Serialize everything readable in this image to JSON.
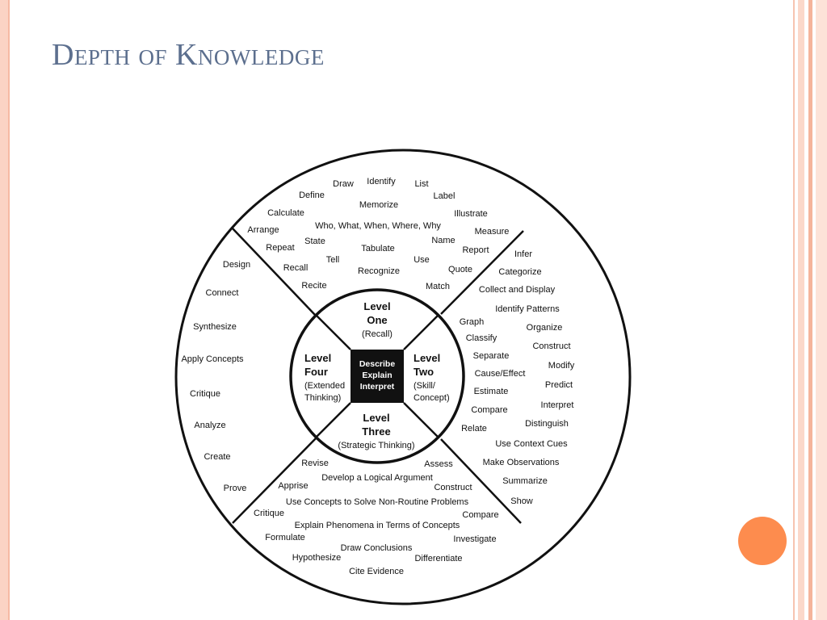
{
  "slide": {
    "title": "Depth of Knowledge"
  },
  "diagram": {
    "center": {
      "line1": "Describe",
      "line2": "Explain",
      "line3": "Interpret"
    },
    "level_one": {
      "line1": "Level",
      "line2": "One",
      "sub1": "(Recall)"
    },
    "level_two": {
      "line1": "Level",
      "line2": "Two",
      "sub1": "(Skill/",
      "sub2": "Concept)"
    },
    "level_three": {
      "line1": "Level",
      "line2": "Three",
      "sub1": "(Strategic Thinking)"
    },
    "level_four": {
      "line1": "Level",
      "line2": "Four",
      "sub1": "(Extended",
      "sub2": "Thinking)"
    },
    "words": {
      "top": [
        "Draw",
        "Identify",
        "List",
        "Define",
        "Label",
        "Memorize",
        "Calculate",
        "Illustrate",
        "Who, What, When, Where, Why",
        "Arrange",
        "Measure",
        "Name",
        "State",
        "Repeat",
        "Tabulate",
        "Report",
        "Tell",
        "Use",
        "Recall",
        "Quote",
        "Recognize",
        "Recite",
        "Match"
      ],
      "right": [
        "Infer",
        "Categorize",
        "Collect and Display",
        "Identify Patterns",
        "Graph",
        "Organize",
        "Classify",
        "Construct",
        "Separate",
        "Modify",
        "Cause/Effect",
        "Predict",
        "Estimate",
        "Interpret",
        "Compare",
        "Distinguish",
        "Relate",
        "Use Context Cues",
        "Make Observations",
        "Summarize",
        "Show"
      ],
      "bottom": [
        "Revise",
        "Assess",
        "Develop a Logical Argument",
        "Apprise",
        "Construct",
        "Use Concepts to Solve Non-Routine Problems",
        "Critique",
        "Compare",
        "Explain Phenomena in Terms of Concepts",
        "Formulate",
        "Investigate",
        "Draw Conclusions",
        "Hypothesize",
        "Differentiate",
        "Cite Evidence"
      ],
      "left": [
        "Design",
        "Connect",
        "Synthesize",
        "Apply Concepts",
        "Critique",
        "Analyze",
        "Create",
        "Prove"
      ]
    }
  }
}
